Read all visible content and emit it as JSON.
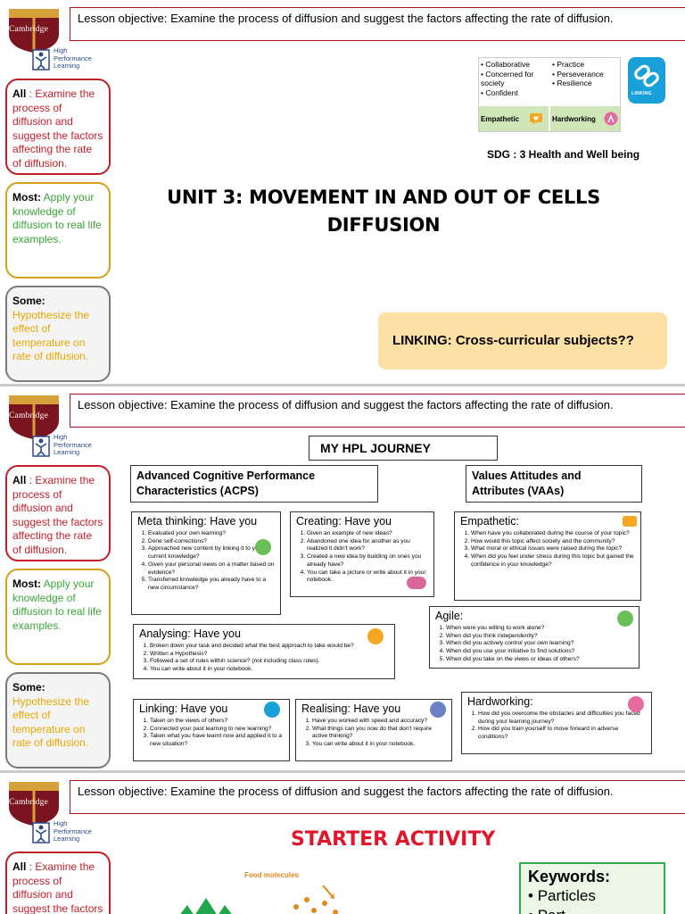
{
  "objective": "Lesson objective: Examine the process of diffusion and suggest the factors affecting the rate of diffusion.",
  "logo": {
    "cambridge": "Cambridge",
    "hpl": [
      "High",
      "Performance",
      "Learning"
    ]
  },
  "outcomes": {
    "all_label": "All",
    "all_sep": " : ",
    "all_text": "Examine the process of diffusion and suggest the factors affecting the rate of diffusion.",
    "most_label": "Most:",
    "most_text": "Apply your knowledge of diffusion to real life examples.",
    "some_label": "Some:",
    "some_text": "Hypothesize the effect of temperature on rate of diffusion."
  },
  "slide1": {
    "vaa_col1": [
      "• Collaborative",
      "• Concerned for society",
      "• Confident"
    ],
    "vaa_col2": [
      "• Practice",
      "• Perseverance",
      "• Resilience"
    ],
    "vaa_foot1": "Empathetic",
    "vaa_foot2": "Hardworking",
    "linking_icon_label": "LINKING",
    "sdg": "SDG : 3 Health and Well being",
    "title_line1": "UNIT 3: MOVEMENT IN AND OUT OF CELLS",
    "title_line2": "DIFFUSION",
    "linking": "LINKING: Cross-curricular subjects??"
  },
  "slide2": {
    "journey": "MY HPL JOURNEY",
    "acps": "Advanced Cognitive Performance Characteristics (ACPS)",
    "vaas": "Values Attitudes and Attributes (VAAs)",
    "cards": {
      "meta": {
        "title": "Meta thinking: Have you",
        "items": [
          "Evaluated your own learning?",
          "Done self-corrections?",
          "Approached new content by linking it to your current knowledge?",
          "Given your personal views on a matter based on evidence?",
          "Transferred knowledge you already have to a new circumstance?"
        ]
      },
      "creating": {
        "title": "Creating: Have you",
        "items": [
          "Given an example of new ideas?",
          "Abandoned one idea for another as you realized it didn't work?",
          "Created a new idea by building on ones you already have?",
          "You can take a picture or write about it in your notebook."
        ]
      },
      "empathetic": {
        "title": "Empathetic:",
        "items": [
          "When have you collaborated during the course of your topic?",
          "How would this topic affect society and the community?",
          "What moral or ethical issues were raised during the topic?",
          "When did you feel under stress during this topic but gained the confidence in your knowledge?"
        ]
      },
      "agile": {
        "title": "Agile:",
        "items": [
          "When were you willing to work alone?",
          "When did you think independently?",
          "When did you actively control your own learning?",
          "When did you use your initiative to find solutions?",
          "When did you take on the views or ideas of others?"
        ]
      },
      "analysing": {
        "title": "Analysing: Have you",
        "items": [
          "Broken down your task and decided what the best approach to take would be?",
          "Written a Hypothesis?",
          "Followed a set of rules within science? (not including class rules).",
          "You can write about it in your notebook."
        ]
      },
      "linking": {
        "title": "Linking: Have you",
        "items": [
          "Taken on the views of others?",
          "Connected your past learning to new learning?",
          "Taken what you have learnt now and applied it to a new situation?"
        ]
      },
      "realising": {
        "title": "Realising: Have you",
        "items": [
          "Have you worked with speed and accuracy?",
          "What things can you now do that don't require active thinking?",
          "You can write about it in your notebook."
        ]
      },
      "hardworking": {
        "title": "Hardworking:",
        "items": [
          "How did you overcome the obstacles and difficulties you faced during your learning journey?",
          "How did you train yourself to move forward in adverse conditions?"
        ]
      }
    }
  },
  "slide3": {
    "starter": "STARTER ACTIVITY",
    "food_label": "Food molecules",
    "keywords_title": "Keywords:",
    "keywords": [
      "Particles",
      "Part..."
    ]
  },
  "colors": {
    "red": "#c01f2a",
    "gold": "#d4a017",
    "green": "#3ba53b",
    "orange": "#e8a800",
    "linking_bg": "#fde0a4",
    "starter_red": "#e2162a"
  },
  "icons": [
    "cambridge-shield-icon",
    "hpl-person-icon",
    "empathetic-icon",
    "hardworking-icon",
    "linking-chain-icon",
    "brain-icon",
    "key-icon",
    "agile-icon"
  ]
}
